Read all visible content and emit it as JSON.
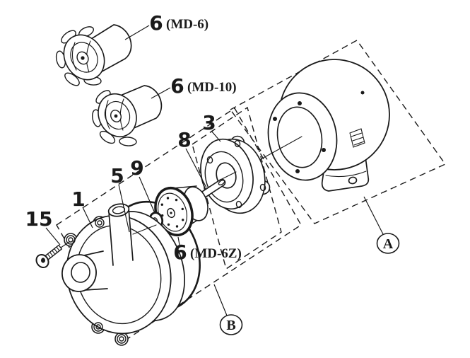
{
  "figure": {
    "background": "#ffffff",
    "ink": "#1a1a1a",
    "callouts": {
      "md6": {
        "number": "6",
        "variant": "(MD-6)"
      },
      "md10": {
        "number": "6",
        "variant": "(MD-10)"
      },
      "md6z": {
        "number": "6",
        "variant": "(MD-6Z)"
      },
      "p1": {
        "number": "1"
      },
      "p3": {
        "number": "3"
      },
      "p5": {
        "number": "5"
      },
      "p8": {
        "number": "8"
      },
      "p9": {
        "number": "9"
      },
      "p15": {
        "number": "15"
      },
      "groupA": {
        "letter": "A"
      },
      "groupB": {
        "letter": "B"
      }
    }
  }
}
